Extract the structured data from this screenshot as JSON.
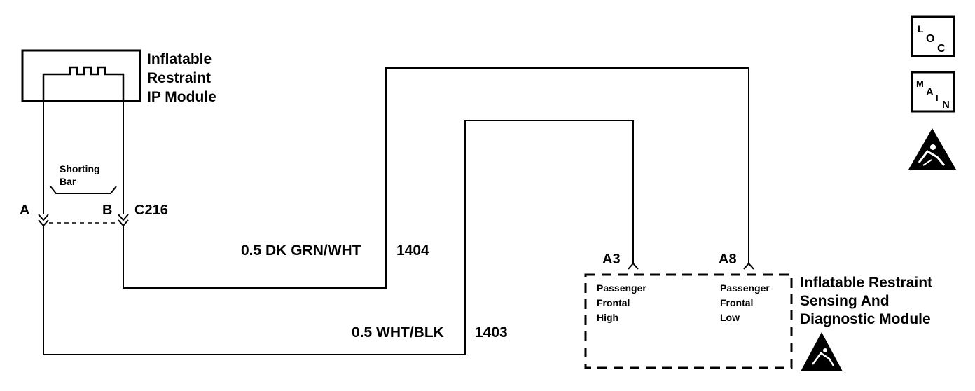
{
  "ip_module": {
    "label_lines": [
      "Inflatable",
      "Restraint",
      "IP Module"
    ]
  },
  "shorting_bar": {
    "label_lines": [
      "Shorting",
      "Bar"
    ]
  },
  "connector": {
    "name": "C216",
    "pin_a": "A",
    "pin_b": "B"
  },
  "wires": [
    {
      "gauge_color": "0.5 DK GRN/WHT",
      "circuit": "1404"
    },
    {
      "gauge_color": "0.5 WHT/BLK",
      "circuit": "1403"
    }
  ],
  "sdm": {
    "label_lines": [
      "Inflatable Restraint",
      "Sensing And",
      "Diagnostic Module"
    ],
    "pins": [
      {
        "id": "A3",
        "desc_lines": [
          "Passenger",
          "Frontal",
          "High"
        ]
      },
      {
        "id": "A8",
        "desc_lines": [
          "Passenger",
          "Frontal",
          "Low"
        ]
      }
    ]
  },
  "nav_icons": {
    "loc": [
      "L",
      "O",
      "C"
    ],
    "main": [
      "M",
      "A",
      "I",
      "N"
    ]
  },
  "icons": [
    "loc-icon",
    "main-icon",
    "esd-warning-icon",
    "esd-sensitive-icon"
  ]
}
